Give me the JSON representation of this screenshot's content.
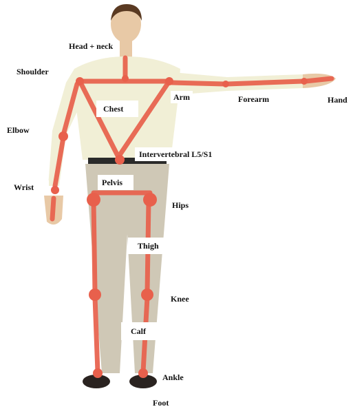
{
  "colors": {
    "skin": "#e8c9a6",
    "shirt": "#f1efd6",
    "pants": "#cfc8b6",
    "skeleton": "#e8604c",
    "hair": "#5a3a22",
    "belt": "#2a2a2a",
    "shoe": "#2a2320"
  },
  "labels": {
    "head_neck": "Head + neck",
    "shoulder": "Shoulder",
    "arm": "Arm",
    "forearm": "Forearm",
    "hand": "Hand",
    "chest": "Chest",
    "elbow": "Elbow",
    "intervertebral": "Intervertebral  L5/S1",
    "wrist": "Wrist",
    "pelvis": "Pelvis",
    "hips": "Hips",
    "thigh": "Thigh",
    "knee": "Knee",
    "calf": "Calf",
    "ankle": "Ankle",
    "foot": "Foot"
  }
}
